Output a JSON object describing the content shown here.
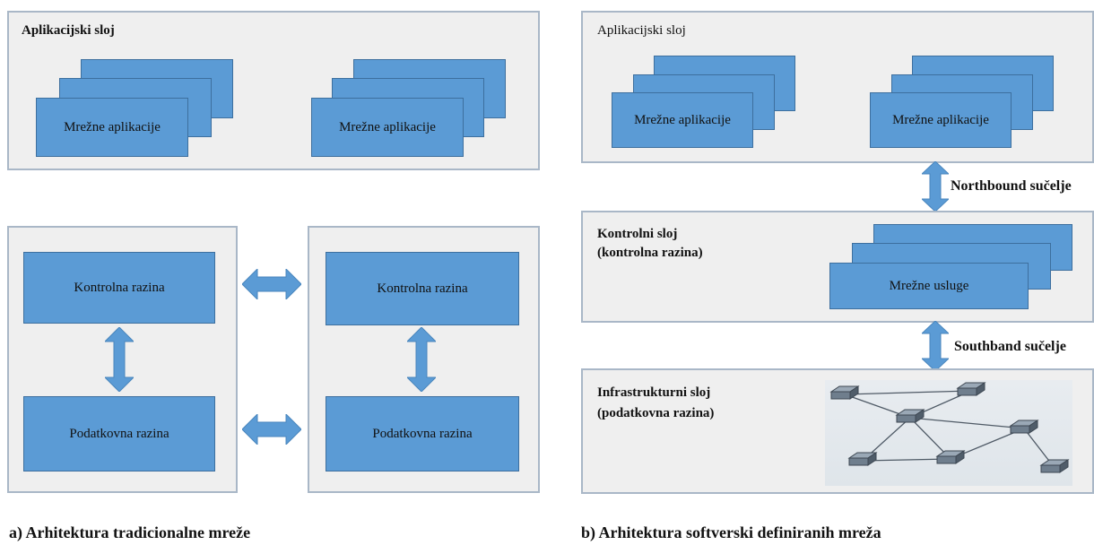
{
  "left": {
    "app_layer_title": "Aplikacijski sloj",
    "app_label_1": "Mrežne aplikacije",
    "app_label_2": "Mrežne aplikacije",
    "device1": {
      "control": "Kontrolna razina",
      "data": "Podatkovna razina"
    },
    "device2": {
      "control": "Kontrolna razina",
      "data": "Podatkovna razina"
    },
    "caption": "a) Arhitektura tradicionalne mreže"
  },
  "right": {
    "app_layer_title": "Aplikacijski sloj",
    "app_label_1": "Mrežne aplikacije",
    "app_label_2": "Mrežne aplikacije",
    "northbound": "Northbound sučelje",
    "control_title_1": "Kontrolni sloj",
    "control_title_2": "(kontrolna razina)",
    "services_label": "Mrežne usluge",
    "southbound": "Southband sučelje",
    "infra_title_1": "Infrastrukturni sloj",
    "infra_title_2": "(podatkovna razina)",
    "caption": "b) Arhitektura softverski definiranih mreža"
  },
  "colors": {
    "box": "#5b9bd5",
    "panel": "#efefef",
    "panel_border": "#a9b7c7"
  },
  "icons": [
    "double-arrow-icon",
    "network-switch-icon"
  ]
}
